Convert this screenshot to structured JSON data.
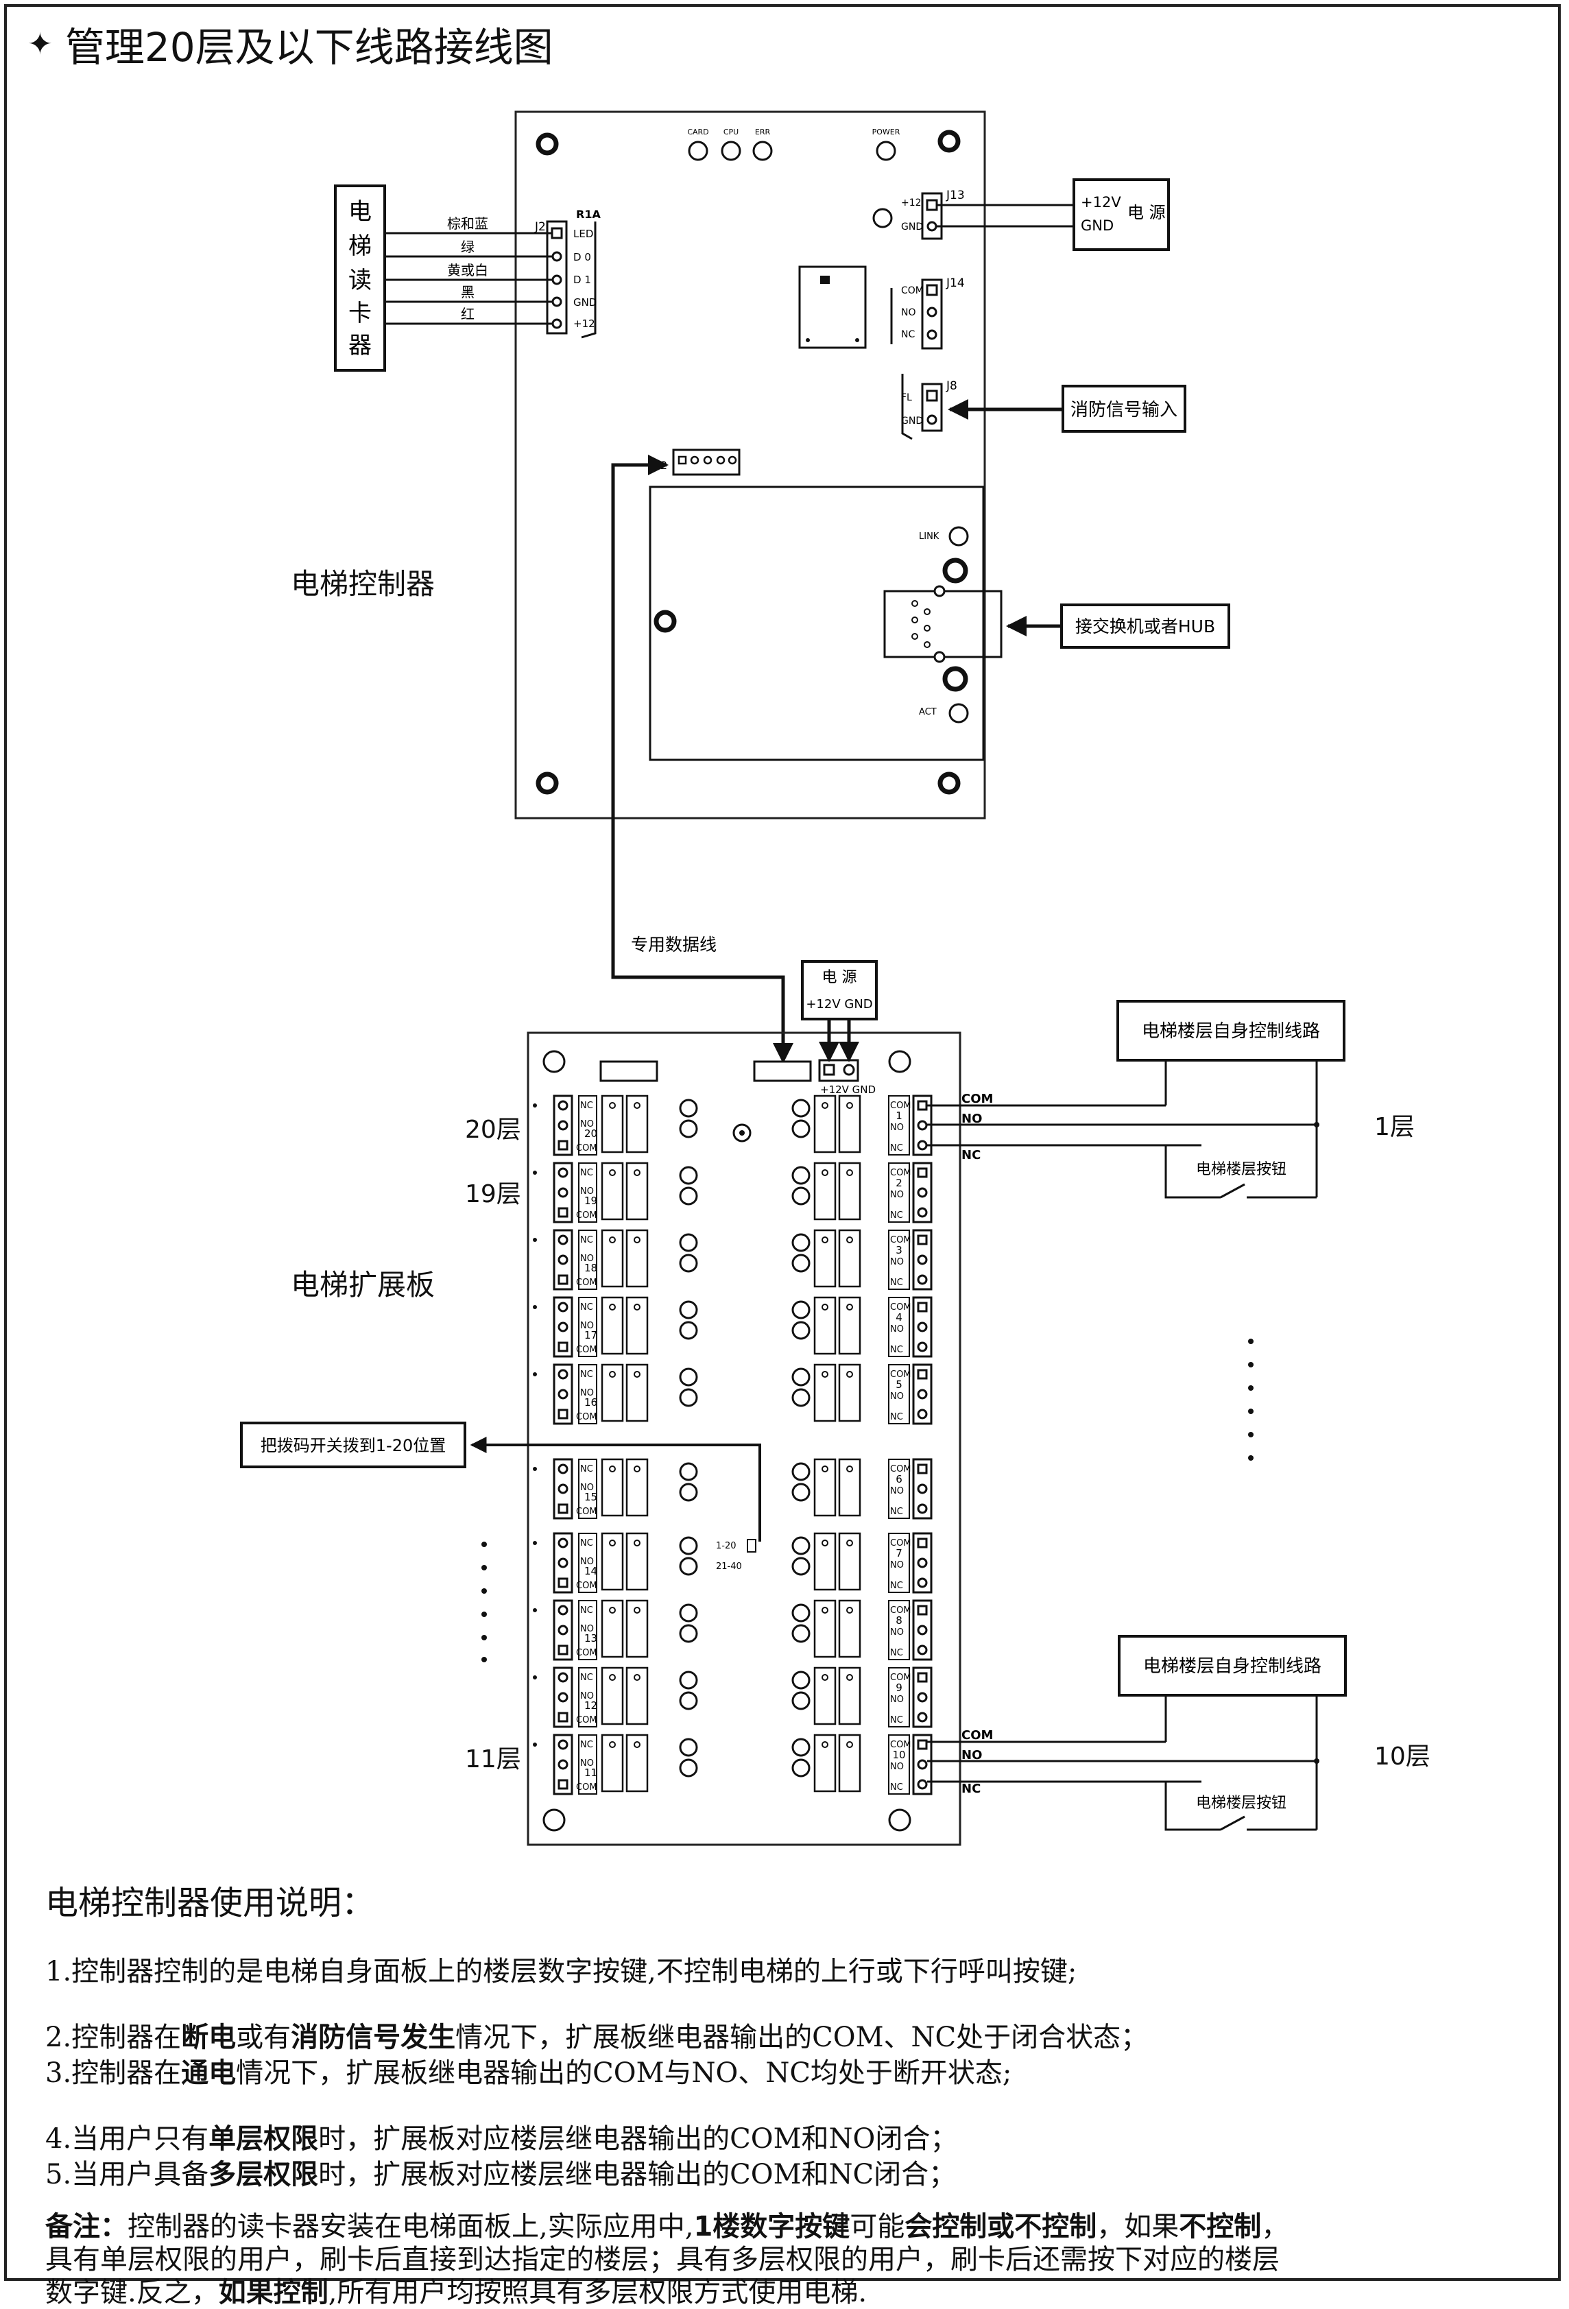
{
  "title": {
    "star": "✦",
    "text": "管理20层及以下线路接线图"
  },
  "labels": {
    "controller": "电梯控制器",
    "expansion_board": "电梯扩展板",
    "reader_chars": [
      "电",
      "梯",
      "读",
      "卡",
      "器"
    ],
    "power_box": {
      "v": "+12V",
      "gnd": "GND",
      "name": "电  源"
    },
    "fire_input": "消防信号输入",
    "switch_hub": "接交换机或者HUB",
    "data_line": "专用数据线",
    "ext_power": {
      "name": "电 源",
      "pins": "+12V GND"
    },
    "self_control": "电梯楼层自身控制线路",
    "floor_button": "电梯楼层按钮",
    "dip_switch": "把拨码开关拨到1-20位置",
    "floor_20": "20层",
    "floor_19": "19层",
    "floor_11": "11层",
    "floor_1": "1层",
    "floor_10": "10层",
    "wire_com": "COM",
    "wire_no": "NO",
    "wire_nc": "NC"
  },
  "reader_wires": [
    "棕和蓝",
    "绿",
    "黄或白",
    "黑",
    "红"
  ],
  "j2_pins": [
    "LED",
    "D 0",
    "D 1",
    "GND",
    "+12"
  ],
  "board": {
    "leds": [
      "CARD",
      "CPU",
      "ERR",
      "POWER"
    ],
    "j2": "J2",
    "r1a": "R1A",
    "j13": "J13",
    "j14": "J14",
    "j8": "J8",
    "j12": "J12",
    "j13_pins": [
      "+12",
      "GND"
    ],
    "j14_pins": [
      "COM",
      "NO",
      "NC"
    ],
    "j8_pins": [
      "FL",
      "GND"
    ],
    "link": "LINK",
    "act": "ACT",
    "dip_options": [
      "1-20",
      "21-40"
    ]
  },
  "relay_left_floors": [
    "20",
    "19",
    "18",
    "17",
    "16",
    "15",
    "14",
    "13",
    "12",
    "11"
  ],
  "relay_right_floors": [
    "1",
    "2",
    "3",
    "4",
    "5",
    "6",
    "7",
    "8",
    "9",
    "10"
  ],
  "relay_pins_left": [
    "NC",
    "NO",
    "COM"
  ],
  "relay_pins_right": [
    "COM",
    "NO",
    "NC"
  ],
  "notes": {
    "heading": "电梯控制器使用说明：",
    "l1": "1.控制器控制的是电梯自身面板上的楼层数字按键,不控制电梯的上行或下行呼叫按键;",
    "l2a": "2.控制器在",
    "l2b": "断电",
    "l2c": "或有",
    "l2d": "消防信号发生",
    "l2e": "情况下，扩展板继电器输出的COM、NC处于闭合状态；",
    "l3a": "3.控制器在",
    "l3b": "通电",
    "l3c": "情况下，扩展板继电器输出的COM与NO、NC均处于断开状态;",
    "l4a": "4.当用户只有",
    "l4b": "单层权限",
    "l4c": "时，扩展板对应楼层继电器输出的COM和NO闭合；",
    "l5a": "5.当用户具备",
    "l5b": "多层权限",
    "l5c": "时，扩展板对应楼层继电器输出的COM和NC闭合；",
    "r_label": "备注：",
    "r1a": "控制器的读卡器安装在电梯面板上,实际应用中,",
    "r1b": "1楼数字按键",
    "r1c": "可能",
    "r1d": "会控制或不控制",
    "r1e": "，如果",
    "r1f": "不控制",
    "r1g": "，",
    "r2": "具有单层权限的用户，刷卡后直接到达指定的楼层；具有多层权限的用户，刷卡后还需按下对应的楼层",
    "r3a": "数字键.反之，",
    "r3b": "如果控制",
    "r3c": ",所有用户均按照具有多层权限方式使用电梯."
  }
}
